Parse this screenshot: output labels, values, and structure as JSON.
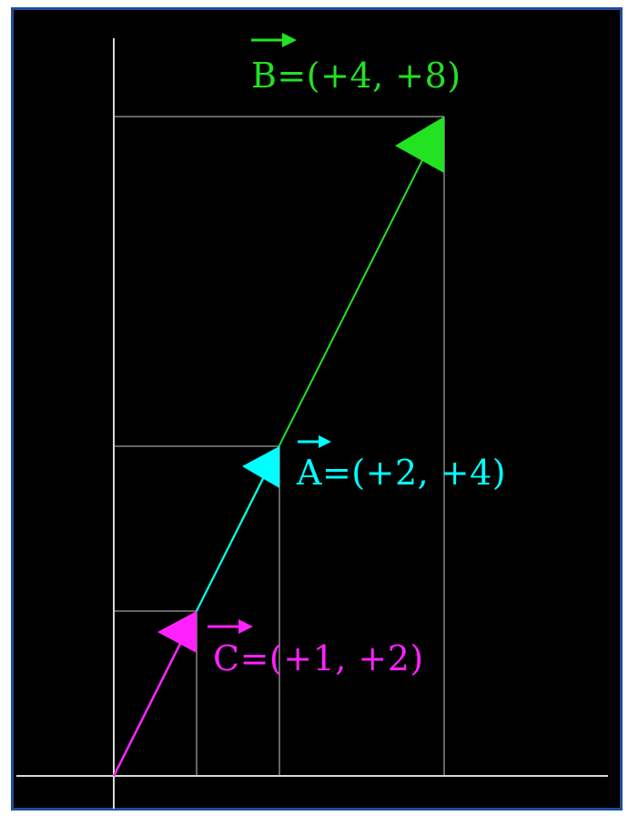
{
  "colors": {
    "background": "#000000",
    "frame": "#1f4e9a",
    "axis": "#d8d8d8",
    "grid": "#c8c8c8",
    "vector_b": "#22e222",
    "vector_a": "#00ffff",
    "vector_c": "#ff22ff"
  },
  "vectors": [
    {
      "id": "B",
      "label": "B=(+4, +8)",
      "x": 4,
      "y": 8,
      "color": "#22e222"
    },
    {
      "id": "A",
      "label": "A=(+2, +4)",
      "x": 2,
      "y": 4,
      "color": "#00ffff"
    },
    {
      "id": "C",
      "label": "C=(+1, +2)",
      "x": 1,
      "y": 2,
      "color": "#ff22ff"
    }
  ]
}
